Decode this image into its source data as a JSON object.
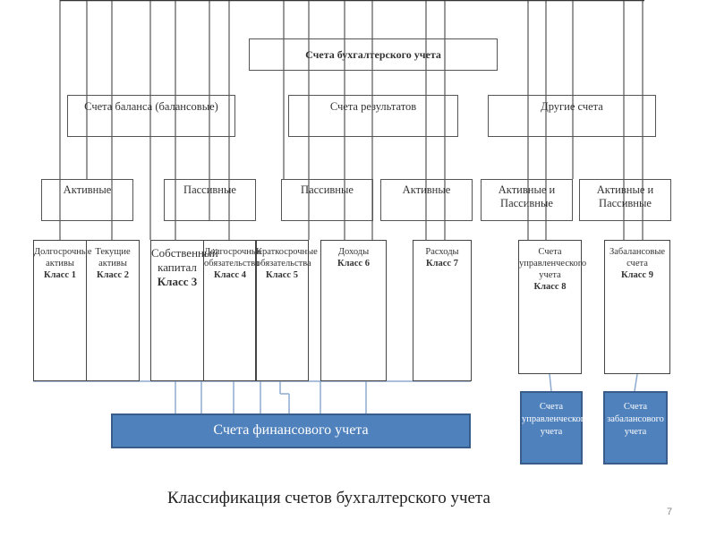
{
  "diagram": {
    "root": "Счета бухгалтерского учета",
    "categories": [
      {
        "label": "Счета баланса (балансовые)"
      },
      {
        "label": "Счета результатов"
      },
      {
        "label": "Другие счета"
      }
    ],
    "subgroups": [
      {
        "label": "Активные"
      },
      {
        "label": "Пассивные"
      },
      {
        "label": "Пассивные"
      },
      {
        "label": "Активные"
      },
      {
        "label": "Активные и Пассивные"
      },
      {
        "label": "Активные и Пассивные"
      }
    ],
    "classes": [
      {
        "name": "Долгосрочные активы",
        "class_label": "Класс 1"
      },
      {
        "name": "Текущие активы",
        "class_label": "Класс 2"
      },
      {
        "name": "Собственный капитал",
        "class_label": "Класс 3"
      },
      {
        "name": "Долгосрочные обязательства",
        "class_label": "Класс 4"
      },
      {
        "name": "Краткосрочные обязательства",
        "class_label": "Класс 5"
      },
      {
        "name": "Доходы",
        "class_label": "Класс 6"
      },
      {
        "name": "Расходы",
        "class_label": "Класс 7"
      },
      {
        "name": "Счета управленческого учета",
        "class_label": "Класс 8"
      },
      {
        "name": "Забалансовые счета",
        "class_label": "Класс 9"
      }
    ],
    "bottom": {
      "financial": "Счета финансового учета",
      "management": "Счета управленческого учета",
      "offbalance": "Счета забалансового учета"
    },
    "colors": {
      "accent_fill": "#4f81bd",
      "accent_border": "#385d8a",
      "connector_blue": "#8eaad0"
    }
  },
  "caption": "Классификация счетов бухгалтерского учета",
  "page_number": "7"
}
